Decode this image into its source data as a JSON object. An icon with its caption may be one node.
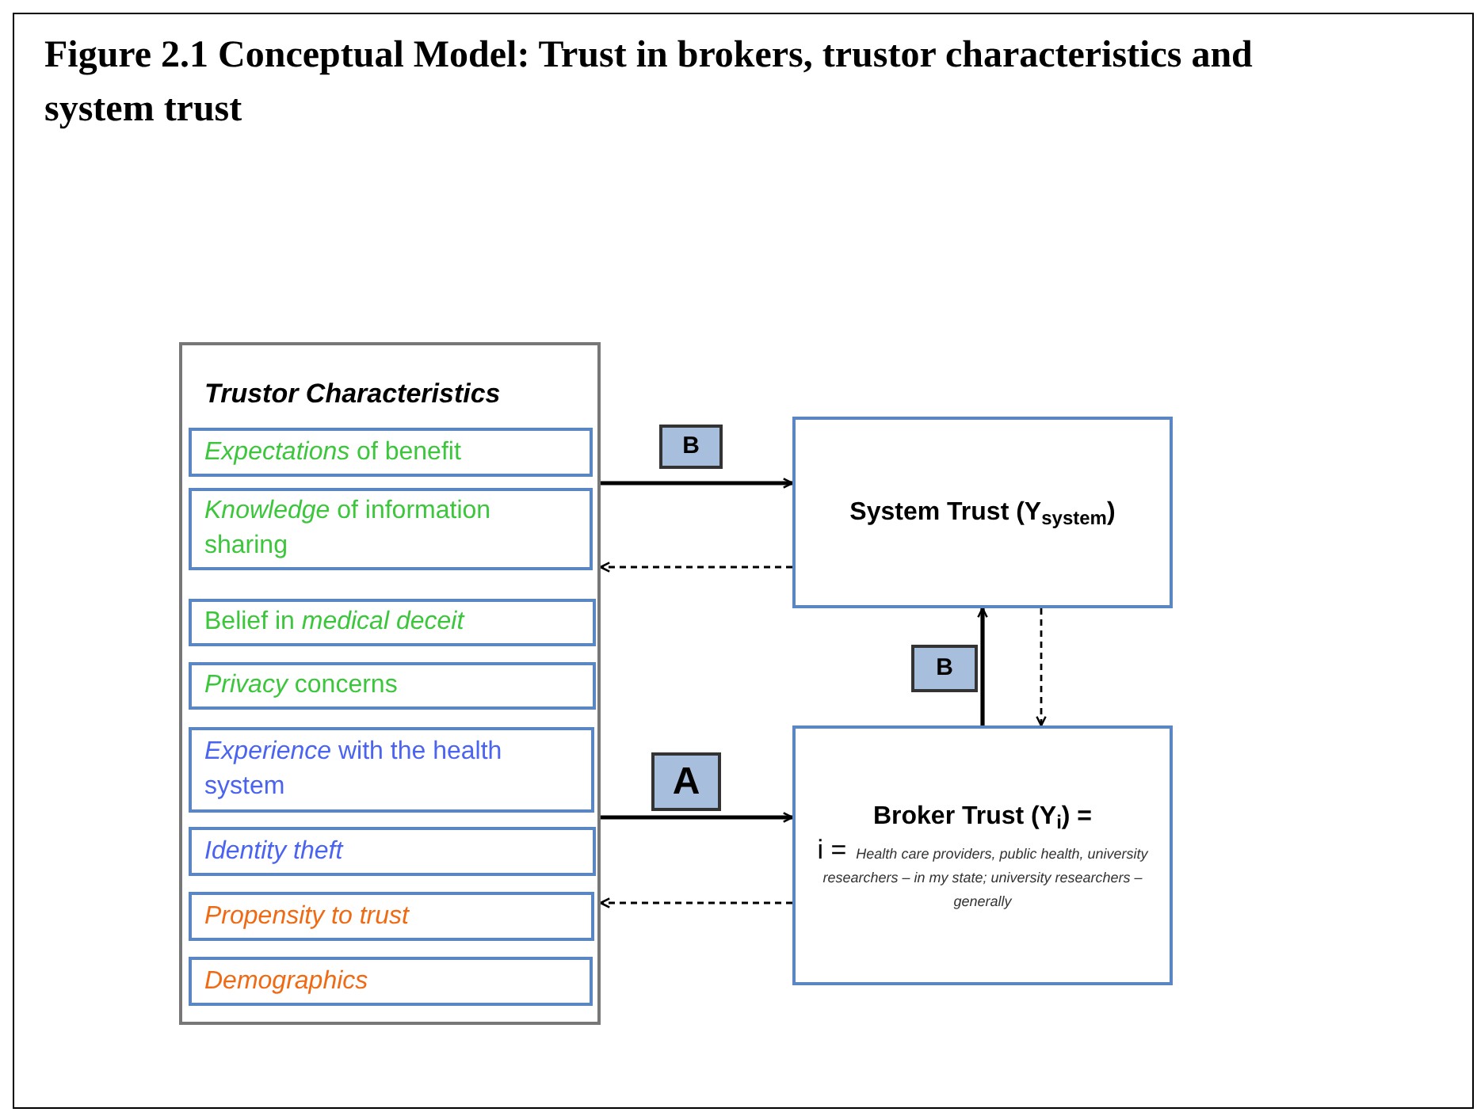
{
  "diagram": {
    "title": "Figure 2.1  Conceptual Model: Trust in brokers, trustor characteristics and system trust",
    "nodes": [
      {
        "text": [
          "Trustor Characteristics"
        ]
      },
      {
        "text": [
          "*Expectations* of benefit"
        ],
        "in": 0
      },
      {
        "text": [
          "*Knowledge* of information sharing"
        ],
        "in": 0
      },
      {
        "text": [
          "Belief in *medical deceit*"
        ],
        "in": 0
      },
      {
        "text": [
          "*Privacy* concerns"
        ],
        "in": 0
      },
      {
        "text": [
          "*Experience* with the health system"
        ],
        "in": 0
      },
      {
        "text": [
          "*Identity theft*"
        ],
        "in": 0
      },
      {
        "text": [
          "*Propensity to trust*"
        ],
        "in": 0
      },
      {
        "text": [
          "*Demographics*"
        ],
        "in": 0
      },
      {
        "text": [
          "System Trust (Y$_{system}$)"
        ]
      },
      {
        "text": [
          "Broker Trust (Y$_{i}$) =",
          "i =",
          "Health care providers, public health, university researchers – in my state; university researchers – generally"
        ]
      }
    ],
    "edges": [
      {
        "from": 0,
        "to": 9,
        "arrow": "to",
        "label": "B"
      },
      {
        "from": 9,
        "to": 0,
        "arrow": "to",
        "style": "dashed"
      },
      {
        "from": 10,
        "to": 9,
        "arrow": "to",
        "label": "B"
      },
      {
        "from": 9,
        "to": 10,
        "arrow": "to",
        "style": "dashed"
      },
      {
        "from": 0,
        "to": 10,
        "arrow": "to",
        "label": "A"
      },
      {
        "from": 10,
        "to": 0,
        "arrow": "to",
        "style": "dashed"
      }
    ]
  }
}
